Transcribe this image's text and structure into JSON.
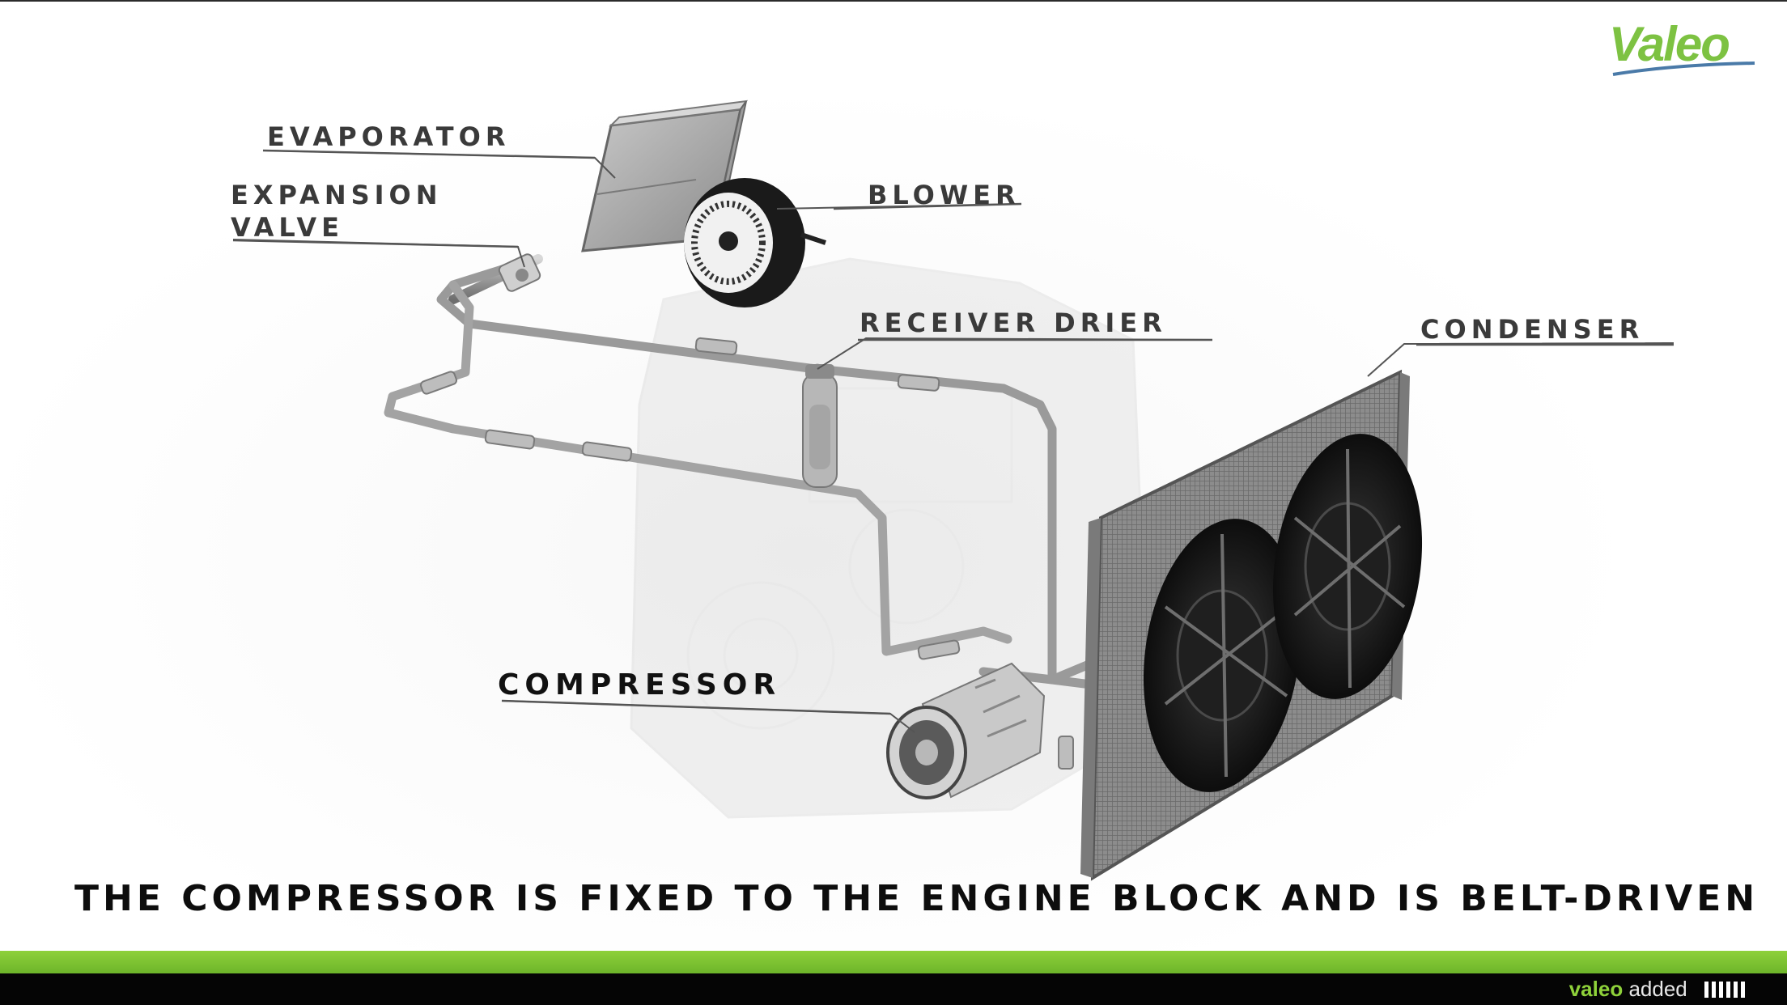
{
  "brand": {
    "logo_text": "Valeo",
    "footer_text_1": "valeo",
    "footer_text_2": "added",
    "accent_color": "#7dc242"
  },
  "labels": {
    "evaporator": "EVAPORATOR",
    "expansion_valve_line1": "EXPANSION",
    "expansion_valve_line2": "VALVE",
    "blower": "BLOWER",
    "receiver_drier": "RECEIVER DRIER",
    "condenser": "CONDENSER",
    "compressor": "COMPRESSOR"
  },
  "caption": "THE COMPRESSOR IS FIXED TO THE ENGINE BLOCK AND IS BELT-DRIVEN"
}
